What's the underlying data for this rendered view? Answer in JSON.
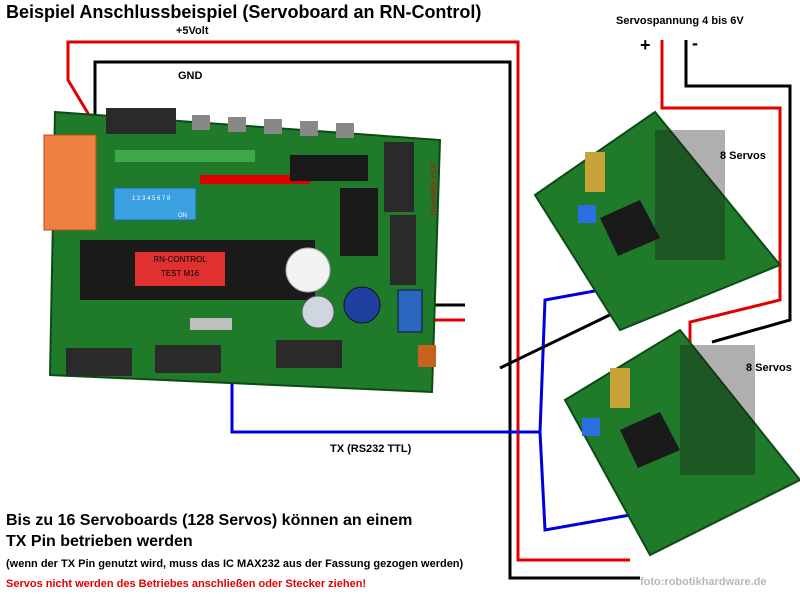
{
  "title": "Beispiel Anschlussbeispiel (Servoboard an RN-Control)",
  "labels": {
    "plus5": "+5Volt",
    "gnd": "GND",
    "servo_voltage": "Servospannung 4 bis 6V",
    "plus": "+",
    "minus": "-",
    "servos_top": "8 Servos",
    "servos_bottom": "8 Servos",
    "tx": "TX (RS232 TTL)"
  },
  "board": {
    "name": "RN-CONTROL",
    "model": "TEST M16",
    "version": "rn-control v1.4",
    "dip": "1 2 3 4 5 6 7 8",
    "dip_on": "ON"
  },
  "notes": {
    "line1": "Bis zu 16 Servoboards (128 Servos) können an einem",
    "line2": "TX Pin betrieben werden",
    "line3": "(wenn der TX Pin genutzt wird, muss das IC MAX232 aus der Fassung gezogen werden)",
    "warning": "Servos nicht werden des Betriebes anschließen oder Stecker ziehen!"
  },
  "credit": "foto:robotikhardware.de",
  "colors": {
    "pcb": "#1f7a2a",
    "wire_red": "#e00000",
    "wire_black": "#000000",
    "wire_blue": "#0000dd",
    "warning": "#e00000"
  }
}
